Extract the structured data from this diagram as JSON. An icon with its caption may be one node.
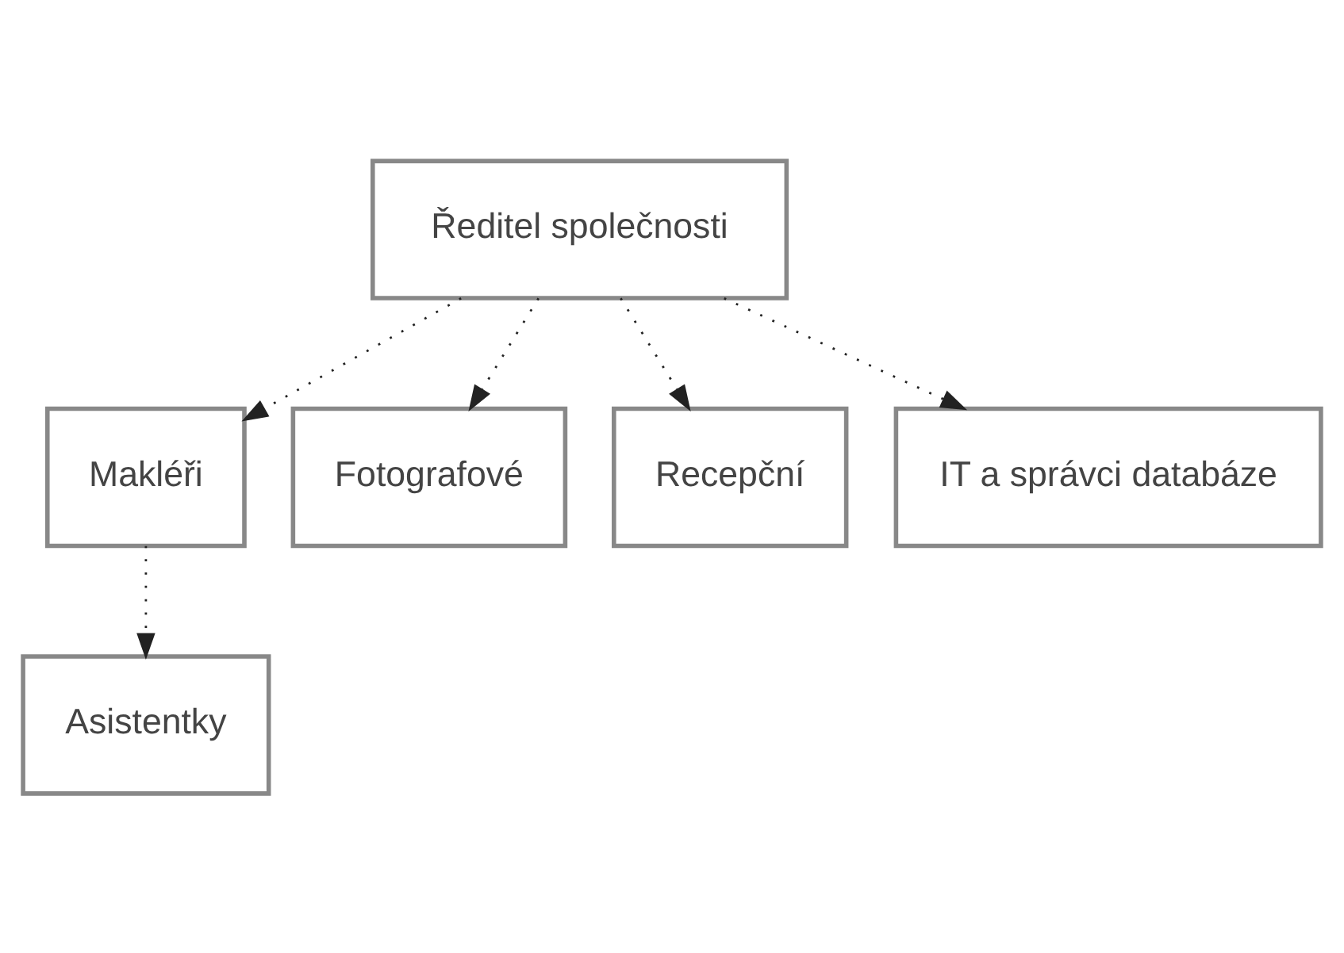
{
  "diagram": {
    "nodes": [
      {
        "text": [
          "Ředitel společnosti"
        ]
      },
      {
        "text": [
          "Makléři"
        ]
      },
      {
        "text": [
          "Fotografové"
        ]
      },
      {
        "text": [
          "Recepční"
        ]
      },
      {
        "text": [
          "IT a správci databáze"
        ]
      },
      {
        "text": [
          "Asistentky"
        ]
      }
    ],
    "edges": [
      {
        "from": 0,
        "to": 1,
        "arrow": "to",
        "style": "dashed"
      },
      {
        "from": 0,
        "to": 2,
        "arrow": "to",
        "style": "dashed"
      },
      {
        "from": 0,
        "to": 3,
        "arrow": "to",
        "style": "dashed"
      },
      {
        "from": 0,
        "to": 4,
        "arrow": "to",
        "style": "dashed"
      },
      {
        "from": 1,
        "to": 5,
        "arrow": "to",
        "style": "dashed"
      }
    ]
  }
}
